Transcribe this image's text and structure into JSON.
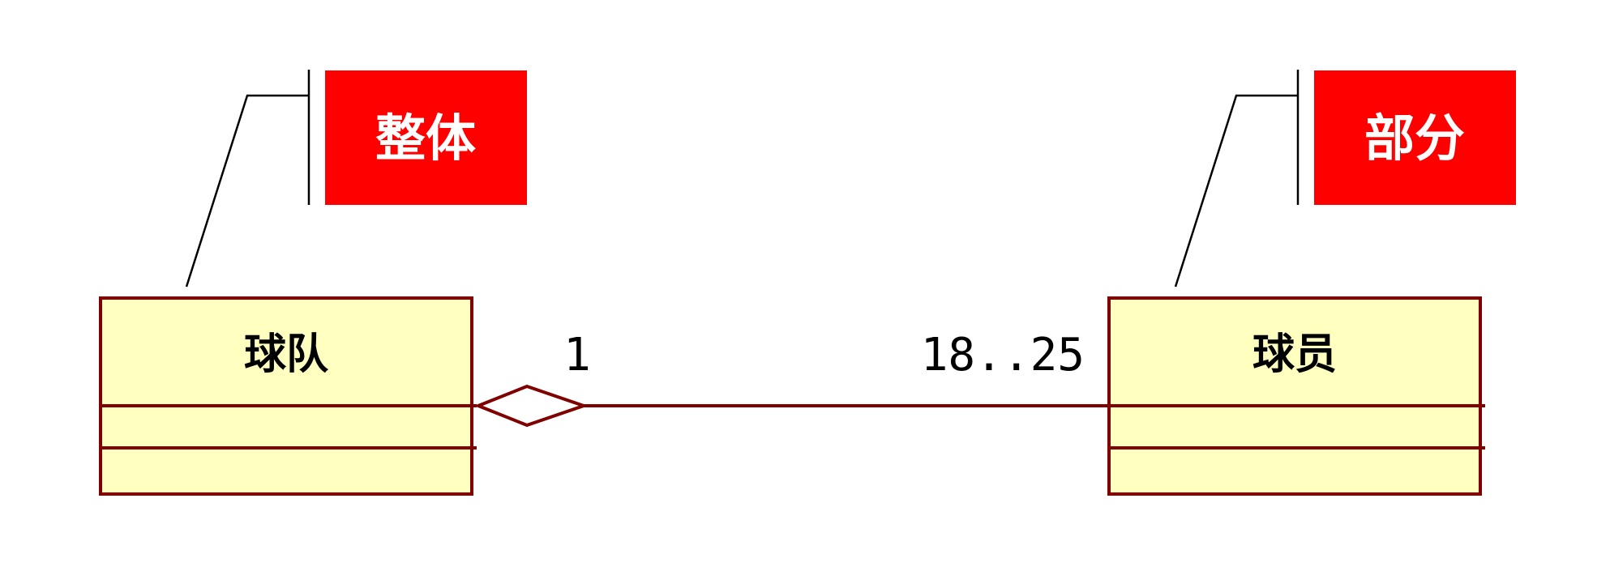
{
  "colors": {
    "class_fill": "#ffffc0",
    "class_border": "#800000",
    "note_fill": "#ff0000",
    "note_text": "#ffffff",
    "leader_line": "#000000"
  },
  "classes": {
    "whole": {
      "name": "球队"
    },
    "part": {
      "name": "球员"
    }
  },
  "association": {
    "type": "aggregation",
    "whole_multiplicity": "1",
    "part_multiplicity": "18..25"
  },
  "notes": {
    "whole": {
      "text": "整体"
    },
    "part": {
      "text": "部分"
    }
  }
}
